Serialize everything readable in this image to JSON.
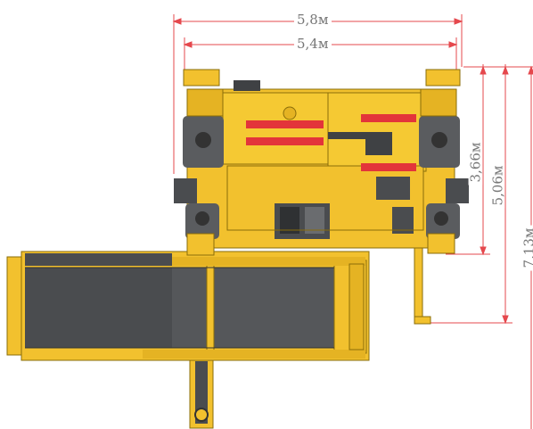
{
  "dimensions": {
    "overall_width": "5,8м",
    "wheel_track": "5,4м",
    "wheelbase": "3,66м",
    "body_length": "5,06м",
    "total_length": "7,13м"
  },
  "colors": {
    "machine_yellow": "#f2c12e",
    "machine_yellow_dark": "#c99a12",
    "tire_gray": "#5a5c5f",
    "deck_gray": "#4a4c4f",
    "accent_red": "#e3343a",
    "dim_line_red": "#e5484d",
    "dim_text": "#777777"
  }
}
